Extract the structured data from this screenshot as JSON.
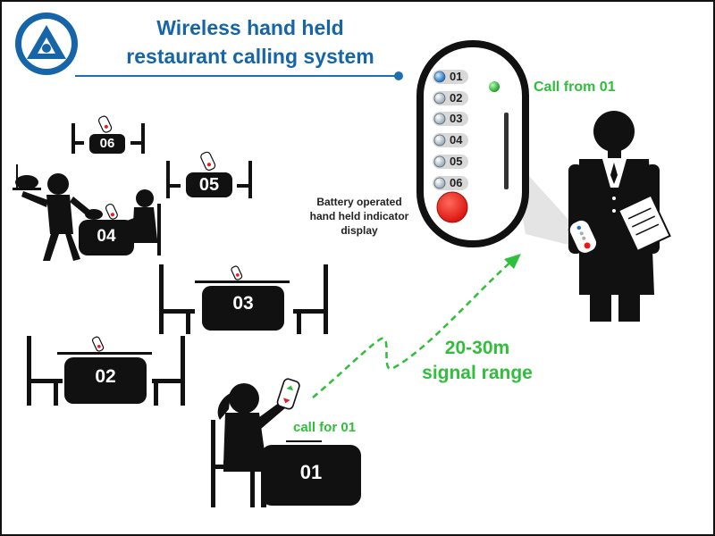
{
  "title": {
    "line1": "Wireless hand held",
    "line2": "restaurant calling system"
  },
  "display": {
    "labels": [
      "01",
      "02",
      "03",
      "04",
      "05",
      "06"
    ],
    "description": "Battery operated hand held indicator display",
    "call_from": "Call from 01"
  },
  "signal": {
    "line1": "20-30m",
    "line2": "signal range"
  },
  "call_for": "call for 01",
  "tables": [
    "06",
    "05",
    "04",
    "03",
    "02",
    "01"
  ],
  "colors": {
    "title": "#1565a8",
    "accent_green": "#2fbf3a",
    "call_button": "#e8191e",
    "led": "#2ecc40"
  },
  "icons": [
    "logo-icon",
    "waiter-icon",
    "pager-icon",
    "table-icon",
    "chair-icon",
    "diner-icon"
  ]
}
